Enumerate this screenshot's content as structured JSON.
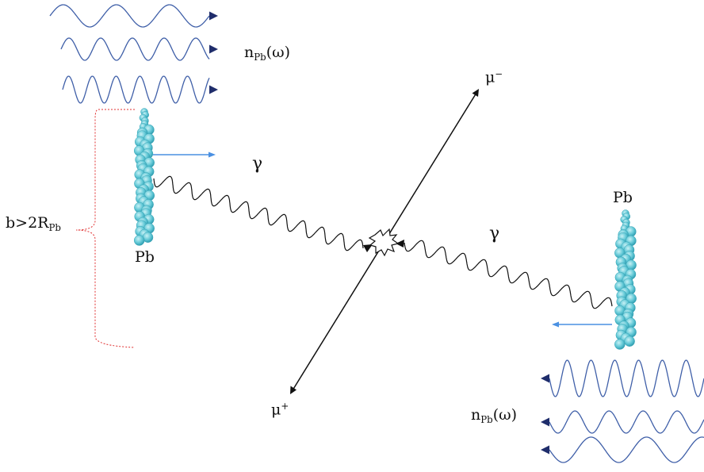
{
  "labels": {
    "photon_flux_top": {
      "main": "n",
      "sub": "Pb",
      "tail": "(ω)"
    },
    "photon_flux_bottom": {
      "main": "n",
      "sub": "Pb",
      "tail": "(ω)"
    },
    "photon_left": "γ",
    "photon_right": "γ",
    "nucleus_left": "Pb",
    "nucleus_right": "Pb",
    "muon_minus": {
      "main": "μ",
      "sup": "−"
    },
    "muon_plus": {
      "main": "μ",
      "sup": "+"
    },
    "impact_parameter": {
      "main": "b>2R",
      "sub": "Pb"
    }
  },
  "colors": {
    "wave": "#3f5fa8",
    "wave_arrow": "#1f2d6b",
    "nucleus": "#5ec9d6",
    "nucleus_edge": "#3aa6b8",
    "velocity_arrow": "#4a90e2",
    "brace": "#e03030",
    "photon": "#111111",
    "muon": "#111111"
  },
  "icons": [
    "photon-wavy-line",
    "interaction-vertex-star",
    "nucleus-bead-chain",
    "velocity-arrow"
  ]
}
